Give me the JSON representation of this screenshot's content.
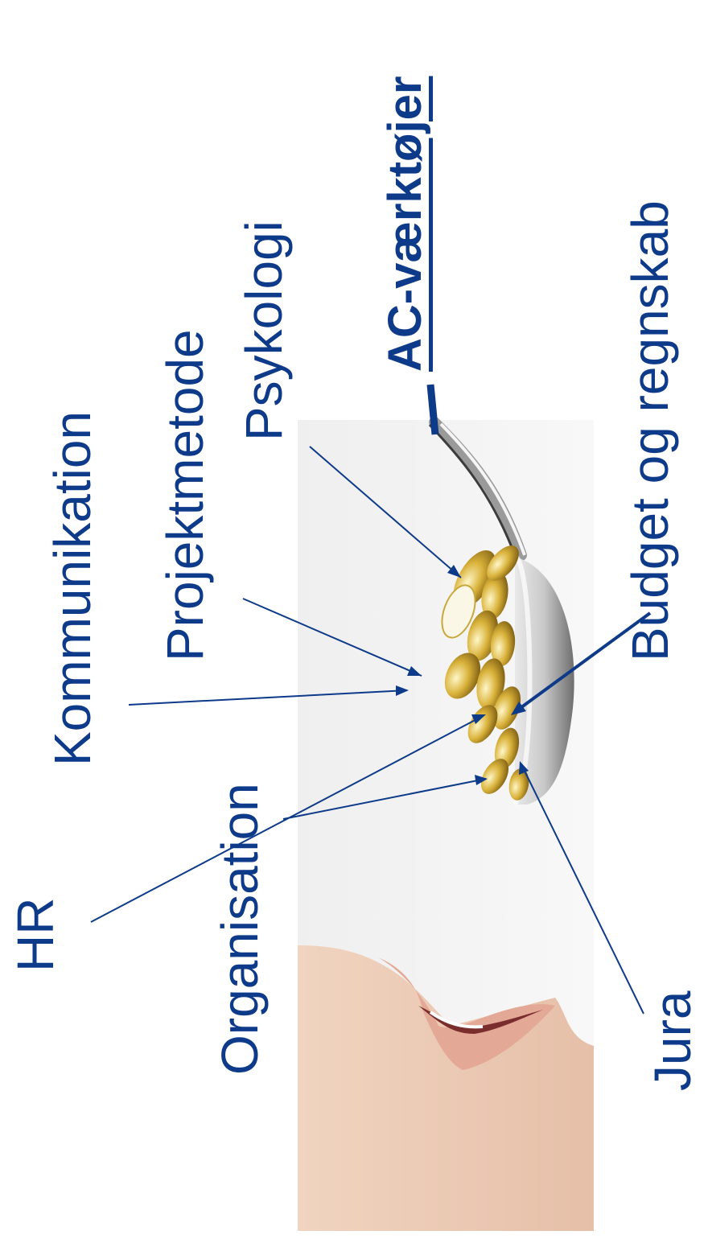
{
  "title": "AC-værktøjer",
  "labels": {
    "kommunikation": "Kommunikation",
    "projektmetode": "Projektmetode",
    "psykologi": "Psykologi",
    "budget": "Budget og regnskab",
    "hr": "HR",
    "organisation": "Organisation",
    "jura": "Jura"
  },
  "colors": {
    "text": "#0e3a8a",
    "arrows": "#0e3a8a",
    "background": "#ffffff"
  },
  "illustration": {
    "depicts": "spoon holding gel capsules near an open mouth"
  }
}
